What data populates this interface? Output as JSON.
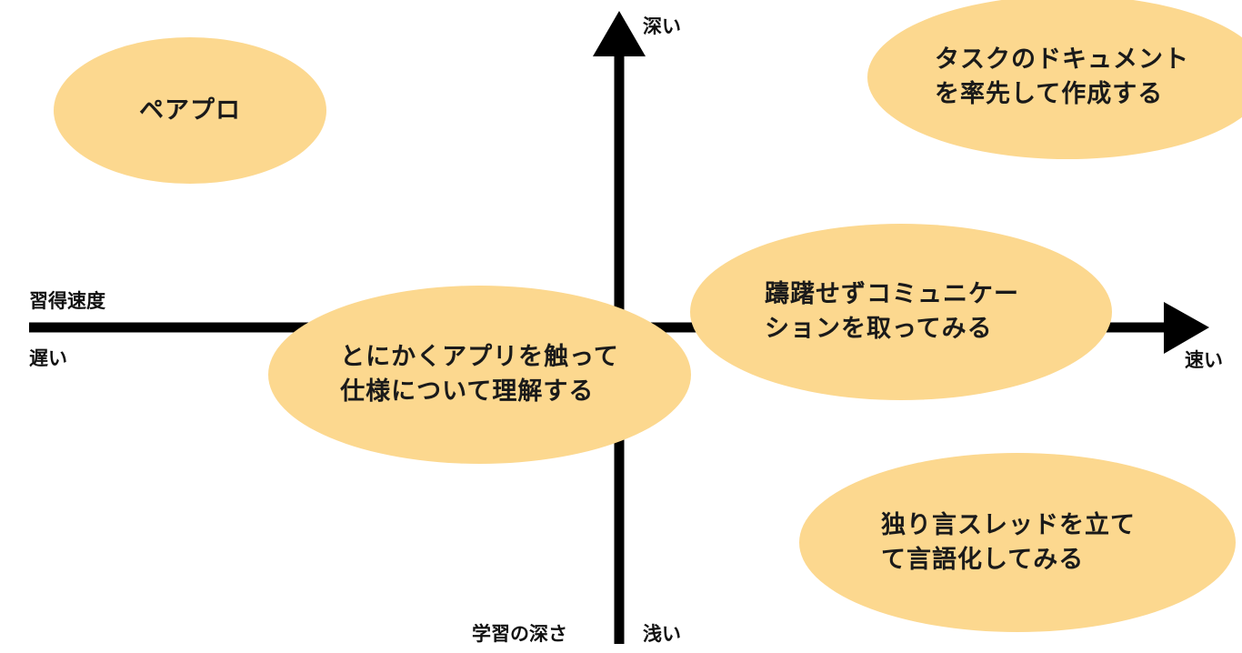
{
  "colors": {
    "bubble_fill": "#fcd88f",
    "axis": "#000000",
    "text": "#1a1a1a"
  },
  "axes": {
    "horizontal_label": "習得速度",
    "horizontal_low": "遅い",
    "horizontal_high": "速い",
    "vertical_label": "学習の深さ",
    "vertical_low": "浅い",
    "vertical_high": "深い"
  },
  "items": {
    "pair_programming": {
      "lines": [
        "ペアプロ"
      ]
    },
    "document_tasks": {
      "lines": [
        "タスクのドキュメント",
        "を率先して作成する"
      ]
    },
    "communicate": {
      "lines": [
        "躊躇せずコミュニケー",
        "ションを取ってみる"
      ]
    },
    "touch_app": {
      "lines": [
        "とにかくアプリを触って",
        "仕様について理解する"
      ]
    },
    "thread_verbalize": {
      "lines": [
        "独り言スレッドを立て",
        "て言語化してみる"
      ]
    }
  }
}
